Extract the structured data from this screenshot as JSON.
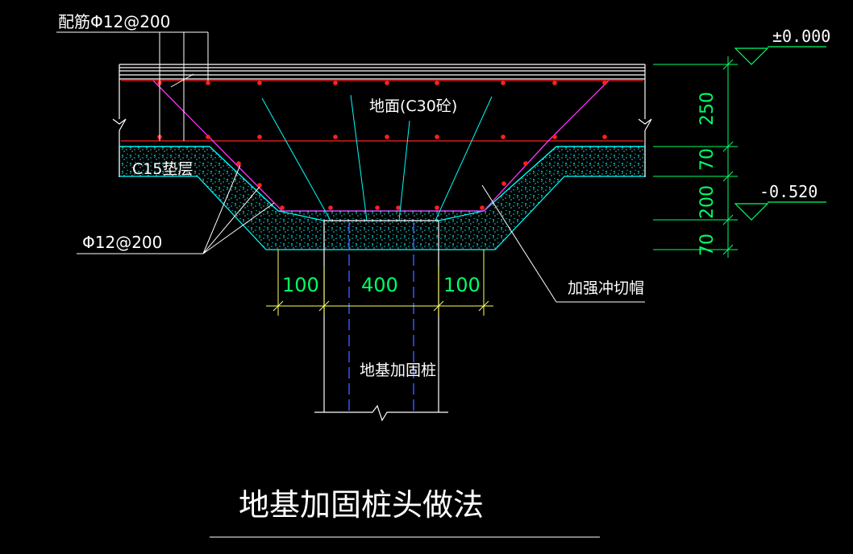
{
  "labels": {
    "top_rebar": "配筋Φ12@200",
    "slab": "地面(C30砼)",
    "cushion": "C15垫层",
    "side_rebar": "Φ12@200",
    "cap": "加强冲切帽",
    "pile": "地基加固桩",
    "title": "地基加固桩头做法"
  },
  "levels": {
    "top": "±0.000",
    "bottom": "-0.520"
  },
  "dims_vertical": [
    "250",
    "70",
    "200",
    "70"
  ],
  "dims_horizontal": [
    "100",
    "400",
    "100"
  ],
  "colors": {
    "background": "#000000",
    "outline": "#ffffff",
    "concrete_edge": "#00ffff",
    "rebar": "#ff2020",
    "stirrup": "#ff33ff",
    "dimension": "#00ff66",
    "dim_extension": "#ffff66",
    "pile_axis": "#3355ff",
    "leader": "#ffffff"
  }
}
